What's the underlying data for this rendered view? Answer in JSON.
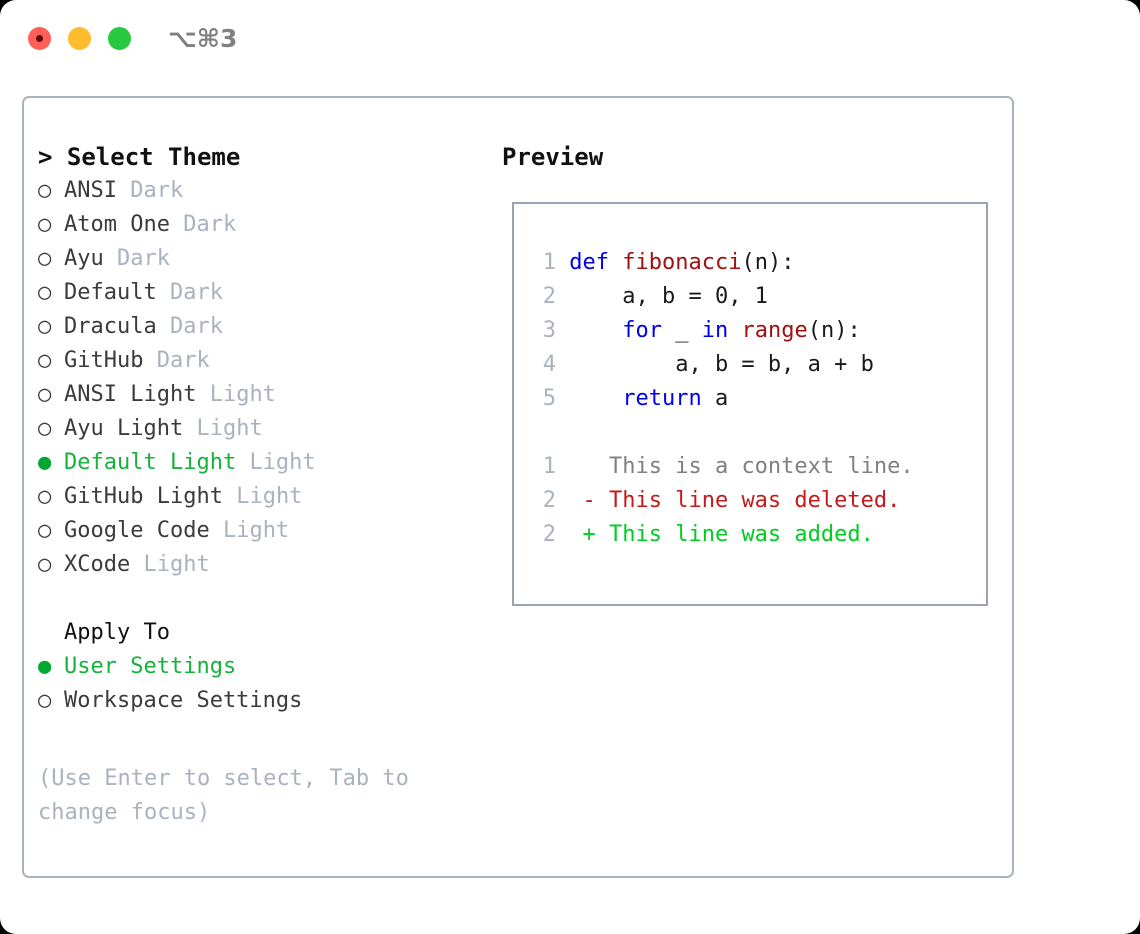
{
  "titlebar": {
    "shortcut": "⌥⌘3",
    "buttons": [
      {
        "name": "close",
        "color": "#ff5f57"
      },
      {
        "name": "minimize",
        "color": "#febc2e"
      },
      {
        "name": "maximize",
        "color": "#28c840"
      }
    ]
  },
  "theme_list": {
    "header": "> Select Theme",
    "items": [
      {
        "marker": "○",
        "name": "ANSI",
        "variant": "Dark",
        "selected": false
      },
      {
        "marker": "○",
        "name": "Atom One",
        "variant": "Dark",
        "selected": false
      },
      {
        "marker": "○",
        "name": "Ayu",
        "variant": "Dark",
        "selected": false
      },
      {
        "marker": "○",
        "name": "Default",
        "variant": "Dark",
        "selected": false
      },
      {
        "marker": "○",
        "name": "Dracula",
        "variant": "Dark",
        "selected": false
      },
      {
        "marker": "○",
        "name": "GitHub",
        "variant": "Dark",
        "selected": false
      },
      {
        "marker": "○",
        "name": "ANSI Light",
        "variant": "Light",
        "selected": false
      },
      {
        "marker": "○",
        "name": "Ayu Light",
        "variant": "Light",
        "selected": false
      },
      {
        "marker": "●",
        "name": "Default Light",
        "variant": "Light",
        "selected": true
      },
      {
        "marker": "○",
        "name": "GitHub Light",
        "variant": "Light",
        "selected": false
      },
      {
        "marker": "○",
        "name": "Google Code",
        "variant": "Light",
        "selected": false
      },
      {
        "marker": "○",
        "name": "XCode",
        "variant": "Light",
        "selected": false
      }
    ]
  },
  "apply_to": {
    "header": "Apply To",
    "items": [
      {
        "marker": "●",
        "name": "User Settings",
        "selected": true
      },
      {
        "marker": "○",
        "name": "Workspace Settings",
        "selected": false
      }
    ]
  },
  "hint": "(Use Enter to select, Tab to change focus)",
  "preview": {
    "label": "Preview",
    "code_lines": [
      {
        "num": "1",
        "tokens": [
          {
            "t": "def ",
            "c": "kw"
          },
          {
            "t": "fibonacci",
            "c": "fn"
          },
          {
            "t": "(n):",
            "c": "pl"
          }
        ]
      },
      {
        "num": "2",
        "tokens": [
          {
            "t": "    a, b = 0, 1",
            "c": "pl"
          }
        ]
      },
      {
        "num": "3",
        "tokens": [
          {
            "t": "    ",
            "c": "pl"
          },
          {
            "t": "for",
            "c": "kw"
          },
          {
            "t": " _ ",
            "c": "pl"
          },
          {
            "t": "in ",
            "c": "kw"
          },
          {
            "t": "range",
            "c": "fn"
          },
          {
            "t": "(n):",
            "c": "pl"
          }
        ]
      },
      {
        "num": "4",
        "tokens": [
          {
            "t": "        a, b = b, a + b",
            "c": "pl"
          }
        ]
      },
      {
        "num": "5",
        "tokens": [
          {
            "t": "    ",
            "c": "pl"
          },
          {
            "t": "return",
            "c": "kw"
          },
          {
            "t": " a",
            "c": "pl"
          }
        ]
      }
    ],
    "diff_lines": [
      {
        "num": "1",
        "text": "  This is a context line.",
        "style": "ctx"
      },
      {
        "num": "2",
        "text": "- This line was deleted.",
        "style": "del"
      },
      {
        "num": "2",
        "text": "+ This line was added.",
        "style": "add"
      }
    ]
  },
  "colors": {
    "accent_green": "#17b23b",
    "muted": "#a9b2bf",
    "keyword_blue": "#0000ee",
    "function_red": "#a01010",
    "diff_add": "#00cc22",
    "diff_del": "#c31b1b",
    "border": "#97a3b4"
  }
}
